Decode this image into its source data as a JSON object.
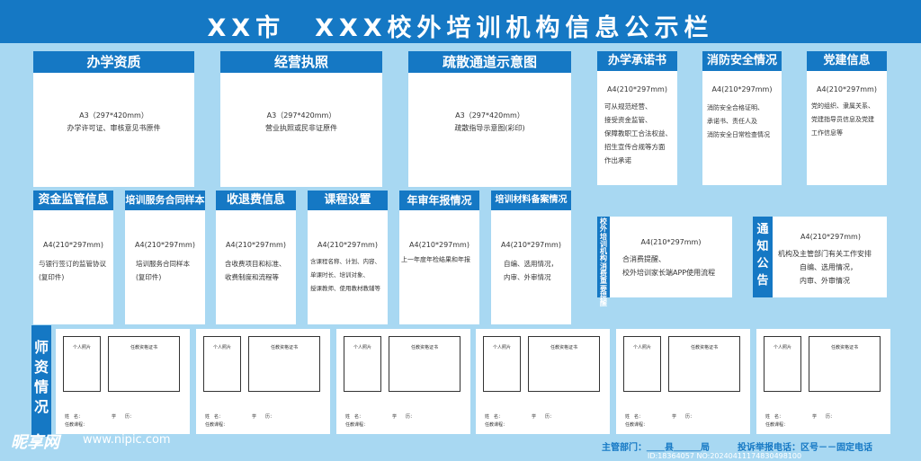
{
  "title": "XX市　XXX校外培训机构信息公示栏",
  "big": [
    {
      "head": "办学资质",
      "size": "A3（297*420mm）",
      "desc": "办学许可证、审核意见书原件"
    },
    {
      "head": "经营执照",
      "size": "A3（297*420mm）",
      "desc": "营业执照或民非证原件"
    },
    {
      "head": "疏散通道示意图",
      "size": "A3（297*420mm）",
      "desc": "疏散指导示意图(彩印)"
    }
  ],
  "small_top": [
    {
      "head": "办学承诺书",
      "size": "A4(210*297mm)",
      "lines": [
        "可从规范经营、",
        "接受资金监管、",
        "保障教职工合法权益、",
        "招生宣传合规等方面",
        "作出承诺"
      ]
    },
    {
      "head": "消防安全情况",
      "size": "A4(210*297mm)",
      "lines": [
        "消防安全合格证明、",
        "承诺书、责任人及",
        "消防安全日常检查情况"
      ]
    },
    {
      "head": "党建信息",
      "size": "A4(210*297mm)",
      "lines": [
        "党的组织、隶属关系、",
        "党建指导员信息及党建",
        "工作信息等"
      ]
    }
  ],
  "mid": [
    {
      "head": "资金监管信息",
      "size": "A4(210*297mm)",
      "lines": [
        "与银行签订的监管协议",
        "(复印件)"
      ]
    },
    {
      "head": "培训服务合同样本",
      "size": "A4(210*297mm)",
      "lines": [
        "培训服务合同样本",
        "(复印件)"
      ]
    },
    {
      "head": "收退费信息",
      "size": "A4(210*297mm)",
      "lines": [
        "含收费项目和标准、",
        "收费制度和流程等"
      ]
    },
    {
      "head": "课程设置",
      "size": "A4(210*297mm)",
      "lines": [
        "含课程名称、计划、内容、",
        "单课时长、培训对象、",
        "授课教师、使用教材教辅等"
      ]
    },
    {
      "head": "年审年报情况",
      "size": "A4(210*297mm)",
      "lines": [
        "上一年度年检结果和年报"
      ]
    },
    {
      "head": "培训材料备案情况",
      "size": "A4(210*297mm)",
      "lines": [
        "自编、选用情况，",
        "内审、外审情况"
      ]
    }
  ],
  "consume": {
    "vhead": "校外培训机构消费重要提醒",
    "size": "A4(210*297mm)",
    "lines": [
      "合消费提醒、",
      "校外培训家长端APP使用流程"
    ]
  },
  "notice": {
    "vhead": "通知公告",
    "size": "A4(210*297mm)",
    "lines": [
      "机构及主管部门有关工作安排",
      "自编、选用情况，",
      "内审、外审情况"
    ]
  },
  "teacher_title": "师资情况",
  "teacher_card": {
    "photo": "个人照片",
    "cert": "任教资格证书",
    "name": "姓　名：",
    "subject": "学　　历：",
    "course": "任教课程："
  },
  "footer": {
    "dept": "主管部门：＿＿县＿＿＿局",
    "report": "投诉举报电话：区号－－固定电话"
  },
  "watermark": {
    "brand": "昵享网",
    "url": "www.nipic.com",
    "id": "ID:18364057 NO:20240411174830498100"
  }
}
